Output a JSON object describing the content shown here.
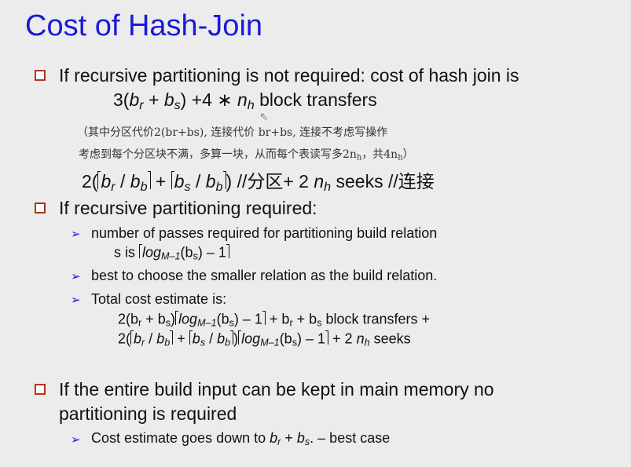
{
  "title": "Cost of Hash-Join",
  "b1": {
    "text": "If recursive partitioning is not required: cost of hash join is",
    "formula": {
      "pre": "3(",
      "br_b": "b",
      "br_s": "r",
      "plus": " + ",
      "bs_b": "b",
      "bs_s": "s",
      "mid": ") +4 ∗ ",
      "nh_n": "n",
      "nh_s": "h",
      "post": " block transfers"
    },
    "note1": "（其中分区代价2(br+bs), 连接代价 br+bs, 连接不考虑写操作",
    "note2_a": "考虑到每个分区块不满，多算一块，从而每个表读写多2n",
    "note2_sub": "h",
    "note2_b": "，共4n",
    "note2_sub2": "h",
    "note2_c": "）",
    "seeks": {
      "pre": "2(",
      "t1": "b",
      "t1s": "r",
      "slash": " / ",
      "t2": "b",
      "t2s": "b",
      "plus": " + ",
      "t3": "b",
      "t3s": "s",
      "t4": "b",
      "t4s": "b",
      "close": ") //分区+ 2 ",
      "n": "n",
      "ns": "h",
      "post": " seeks //连接"
    }
  },
  "b2": {
    "text": "If recursive partitioning required:",
    "s1a": "number of passes required for partitioning build relation",
    "s1b": {
      "pre": "s is ",
      "log": "log",
      "logsub": "M–1",
      "arg": "(b",
      "argsub": "s",
      "post": ") – 1"
    },
    "s2": "best to choose the smaller relation as the build relation.",
    "s3": "Total cost estimate is:",
    "f1": {
      "pre": "2(b",
      "s1": "r",
      "plus": " + b",
      "s2": "s",
      "close": ")",
      "log": "log",
      "logsub": "M–1",
      "arg": "(b",
      "argsub": "s",
      "m1": ") – 1",
      "rest": " + b",
      "r": "r",
      "rest2": " + b",
      "s": "s",
      "post": " block transfers +"
    },
    "f2": {
      "pre": "2(",
      "a": "b",
      "as": "r",
      "slash": " / ",
      "b": "b",
      "bs": "b",
      "plus": " + ",
      "c": "b",
      "cs": "s",
      "d": "b",
      "ds": "b",
      "close": ")",
      "log": "log",
      "logsub": "M–1",
      "arg": "(b",
      "argsub": "s",
      "m1": ") – 1",
      "rest": " + 2 ",
      "n": "n",
      "ns": "h",
      "post": " seeks"
    }
  },
  "b3": {
    "line1": "If the entire build input can be kept in main memory no",
    "line2": "partitioning is required",
    "sub": {
      "pre": "Cost estimate goes down to ",
      "b1": "b",
      "b1s": "r",
      "plus": " + ",
      "b2": "b",
      "b2s": "s",
      "post": ". – best case"
    }
  },
  "arrow_glyph": "➢",
  "colors": {
    "title": "#1a1ad6",
    "bullet": "#b2331a",
    "arrow": "#1a1ad6"
  }
}
